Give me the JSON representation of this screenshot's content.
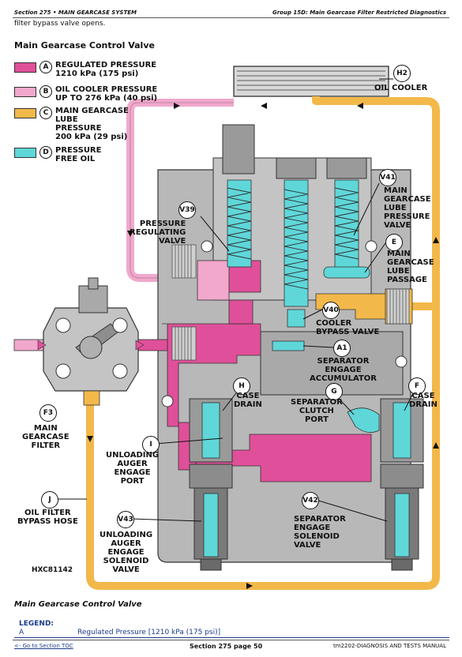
{
  "header": {
    "left": "Section 275 • MAIN GEARCASE SYSTEM",
    "right": "Group 15D: Main Gearcase Filter Restricted Diagnostics"
  },
  "intro_text": "filter bypass valve opens.",
  "figure_title": "Main Gearcase Control Valve",
  "legend": [
    {
      "letter": "A",
      "color": "#e0509a",
      "text": "REGULATED PRESSURE\n1210 kPa (175 psi)"
    },
    {
      "letter": "B",
      "color": "#f1a8cc",
      "text": "OIL COOLER PRESSURE\nUP TO 276 kPa (40 psi)"
    },
    {
      "letter": "C",
      "color": "#f2b84a",
      "text": "MAIN GEARCASE\nLUBE\nPRESSURE\n200 kPa (29 psi)"
    },
    {
      "letter": "D",
      "color": "#5fd7d9",
      "text": "PRESSURE\nFREE OIL"
    }
  ],
  "callouts": {
    "h2": "H2",
    "v39": "V39",
    "v41": "V41",
    "e": "E",
    "v40": "V40",
    "a1": "A1",
    "h": "H",
    "f": "F",
    "g": "G",
    "f3": "F3",
    "i": "I",
    "j": "J",
    "v43": "V43",
    "v42": "V42"
  },
  "labels": {
    "oil_cooler": "OIL COOLER",
    "pressure_regulating_valve": "PRESSURE\nREGULATING\nVALVE",
    "main_gearcase_lube_pressure_valve": "MAIN\nGEARCASE\nLUBE\nPRESSURE\nVALVE",
    "main_gearcase_lube_passage": "MAIN\nGEARCASE\nLUBE\nPASSAGE",
    "cooler_bypass_valve": "COOLER\nBYPASS VALVE",
    "separator_engage_accumulator": "SEPARATOR\nENGAGE\nACCUMULATOR",
    "case_drain_h": "CASE\nDRAIN",
    "case_drain_f": "CASE\nDRAIN",
    "separator_clutch_port": "SEPARATOR\nCLUTCH\nPORT",
    "main_gearcase_filter": "MAIN\nGEARCASE\nFILTER",
    "unloading_auger_engage_port": "UNLOADING\nAUGER\nENGAGE\nPORT",
    "oil_filter_bypass_hose": "OIL FILTER\nBYPASS HOSE",
    "unloading_auger_engage_solenoid_valve": "UNLOADING\nAUGER\nENGAGE\nSOLENOID\nVALVE",
    "separator_engage_solenoid_valve": "SEPARATOR\nENGAGE\nSOLENOID\nVALVE"
  },
  "figure_number": "HXC81142",
  "caption": "Main Gearcase Control Valve",
  "legend_table": {
    "heading": "LEGEND:",
    "row_letter": "A",
    "row_text": "Regulated Pressure [1210 kPa (175 psi)]"
  },
  "footer": {
    "left": "<- Go to Section TOC",
    "center": "Section 275 page 50",
    "right": "tm2202-DIAGNOSIS AND TESTS MANUAL"
  },
  "colors": {
    "regulated": "#e0509a",
    "cooler": "#f1a8cc",
    "lube": "#f2b84a",
    "free": "#5fd7d9",
    "body": "#b8b8b8",
    "body_dark": "#8e8e8e"
  }
}
